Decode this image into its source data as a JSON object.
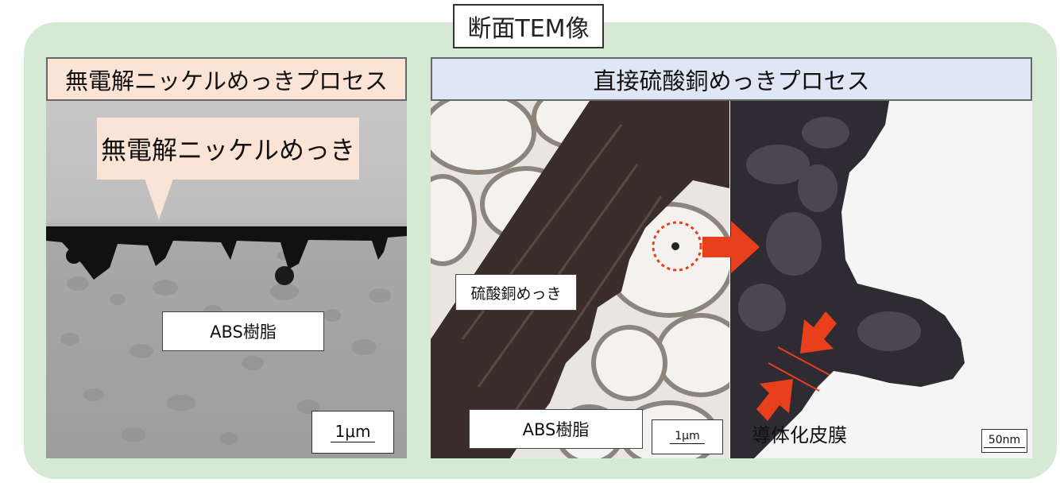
{
  "title": "断面TEM像",
  "left_panel": {
    "header": "無電解ニッケルめっきプロセス",
    "callout": "無電解ニッケルめっき",
    "resin_label": "ABS樹脂",
    "scale": "1μm"
  },
  "right_panel": {
    "header": "直接硫酸銅めっきプロセス",
    "copper_label": "硫酸銅めっき",
    "resin_label": "ABS樹脂",
    "scale_left": "1μm",
    "film_label": "導体化皮膜",
    "scale_right": "50nm"
  },
  "colors": {
    "background_panel": "#d6e9d4",
    "left_header": "#fbe4d6",
    "right_header": "#dfe6f4",
    "arrow": "#e8401c"
  }
}
